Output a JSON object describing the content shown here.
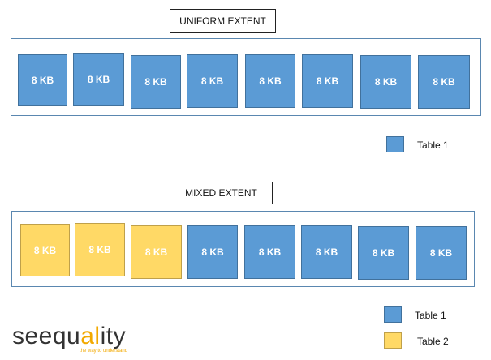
{
  "uniform": {
    "title": "UNIFORM EXTENT",
    "pages": [
      {
        "label": "8 KB",
        "table": 1
      },
      {
        "label": "8 KB",
        "table": 1
      },
      {
        "label": "8 KB",
        "table": 1
      },
      {
        "label": "8 KB",
        "table": 1
      },
      {
        "label": "8 KB",
        "table": 1
      },
      {
        "label": "8 KB",
        "table": 1
      },
      {
        "label": "8 KB",
        "table": 1
      },
      {
        "label": "8 KB",
        "table": 1
      }
    ],
    "legend": [
      {
        "label": "Table 1",
        "table": 1
      }
    ]
  },
  "mixed": {
    "title": "MIXED EXTENT",
    "pages": [
      {
        "label": "8 KB",
        "table": 2
      },
      {
        "label": "8 KB",
        "table": 2
      },
      {
        "label": "8 KB",
        "table": 2
      },
      {
        "label": "8 KB",
        "table": 1
      },
      {
        "label": "8 KB",
        "table": 1
      },
      {
        "label": "8 KB",
        "table": 1
      },
      {
        "label": "8 KB",
        "table": 1
      },
      {
        "label": "8 KB",
        "table": 1
      }
    ],
    "legend": [
      {
        "label": "Table 1",
        "table": 1
      },
      {
        "label": "Table 2",
        "table": 2
      }
    ]
  },
  "colors": {
    "table1": "#5b9bd5",
    "table2": "#ffd966",
    "brand_accent": "#f2a900"
  },
  "logo": {
    "part1": "seequ",
    "part2": "al",
    "part3": "ity",
    "tagline": "the way to understand"
  }
}
